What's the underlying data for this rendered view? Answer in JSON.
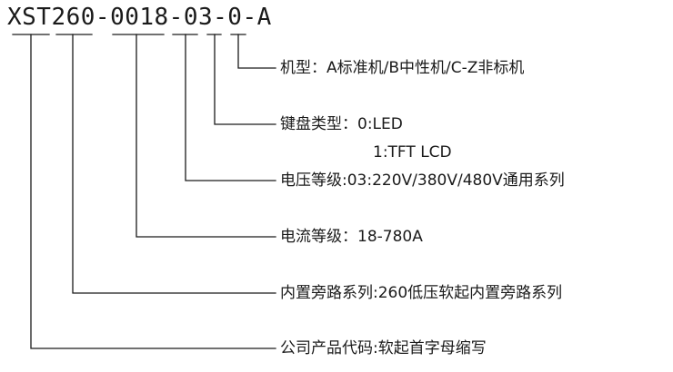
{
  "model_code": "XST260-0018-03-0-A",
  "fields": [
    {
      "segment": "A",
      "label": "机型：",
      "lines": [
        "A标准机/B中性机/C-Z非标机"
      ]
    },
    {
      "segment": "0",
      "label": "键盘类型：",
      "lines": [
        "0:LED",
        "1:TFT LCD"
      ]
    },
    {
      "segment": "03",
      "label": "电压等级:",
      "lines": [
        "03:220V/380V/480V通用系列"
      ]
    },
    {
      "segment": "0018",
      "label": "电流等级：",
      "lines": [
        "18-780A"
      ]
    },
    {
      "segment": "260",
      "label": "内置旁路系列:",
      "lines": [
        "260低压软起内置旁路系列"
      ]
    },
    {
      "segment": "XST",
      "label": "公司产品代码:",
      "lines": [
        "软起首字母缩写"
      ]
    }
  ],
  "colors": {
    "text": "#1a1a1a",
    "line": "#1a1a1a",
    "background": "#ffffff"
  }
}
